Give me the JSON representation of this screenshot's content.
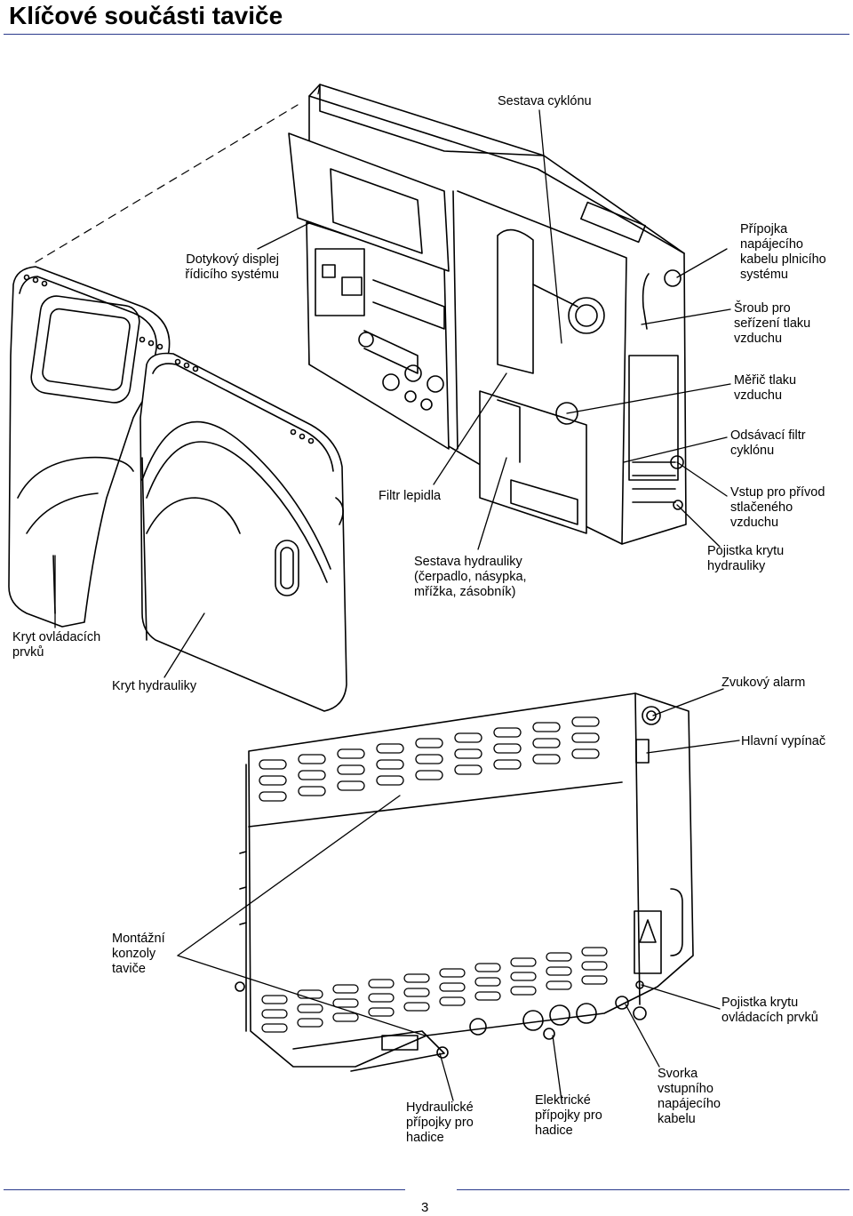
{
  "page": {
    "title": "Klíčové součásti taviče",
    "page_number": "3"
  },
  "labels": {
    "cyclone_assembly": [
      "Sestava cyklónu"
    ],
    "touch_display": [
      "Dotykový displej",
      "řídicího systému"
    ],
    "power_cable_connection": [
      "Přípojka",
      "napájecího",
      "kabelu plnicího",
      "systému"
    ],
    "air_pressure_screw": [
      "Šroub pro",
      "seřízení tlaku",
      "vzduchu"
    ],
    "air_pressure_gauge": [
      "Měřič tlaku",
      "vzduchu"
    ],
    "cyclone_exhaust_filter": [
      "Odsávací filtr",
      "cyklónu"
    ],
    "glue_filter": [
      "Filtr lepidla"
    ],
    "compressed_air_inlet": [
      "Vstup pro přívod",
      "stlačeného",
      "vzduchu"
    ],
    "hydraulics_assembly": [
      "Sestava hydrauliky",
      "(čerpadlo, násypka,",
      "mřížka, zásobník)"
    ],
    "hydraulics_cover_lock": [
      "Pojistka krytu",
      "hydrauliky"
    ],
    "control_cover": [
      "Kryt ovládacích",
      "prvků"
    ],
    "hydraulics_cover": [
      "Kryt hydrauliky"
    ],
    "audible_alarm": [
      "Zvukový alarm"
    ],
    "main_switch": [
      "Hlavní vypínač"
    ],
    "mounting_brackets": [
      "Montážní",
      "konzoly",
      "taviče"
    ],
    "control_cover_lock": [
      "Pojistka krytu",
      "ovládacích prvků"
    ],
    "hydraulic_hose_connections": [
      "Hydraulické",
      "přípojky pro",
      "hadice"
    ],
    "electric_hose_connections": [
      "Elektrické",
      "přípojky pro",
      "hadice"
    ],
    "power_input_terminal": [
      "Svorka",
      "vstupního",
      "napájecího",
      "kabelu"
    ]
  }
}
